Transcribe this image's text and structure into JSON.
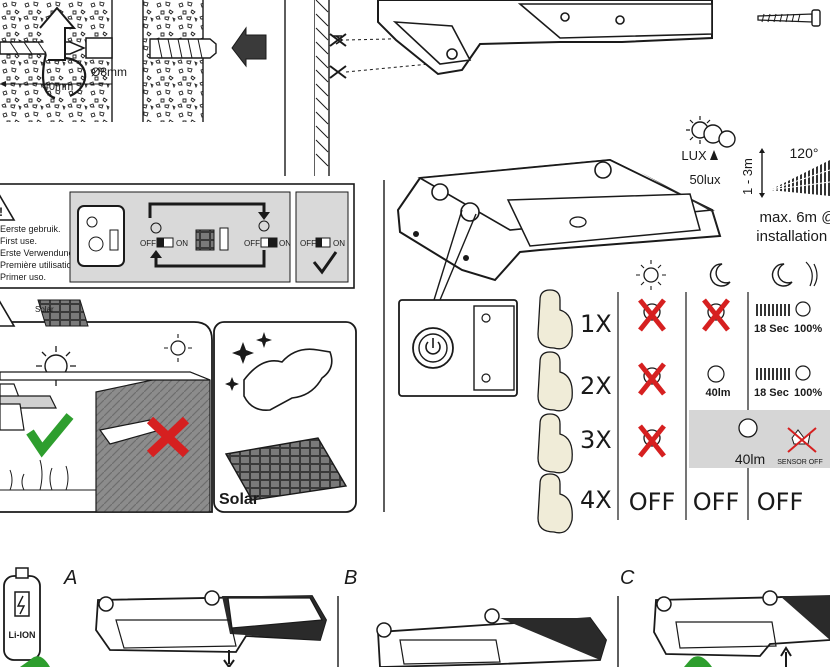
{
  "drill": {
    "diameter_label": "Ø8mm",
    "depth_label": "40mm"
  },
  "sensor_panel": {
    "lux_label": "LUX",
    "lux_value": "50lux",
    "angle_label": "120°",
    "height_label": "1 - 3m",
    "range_line1": "max. 6m @",
    "range_line2": "installation h"
  },
  "notice": {
    "lines": [
      "Eerste gebruik.",
      "First use.",
      "Erste Verwendung.",
      "Première utilisation.",
      "Primer uso."
    ],
    "off_label": "OFF",
    "on_label": "ON"
  },
  "placement": {
    "solar_small_label": "Solar",
    "solar_label": "Solar"
  },
  "modes": {
    "presses": [
      "1X",
      "2X",
      "3X",
      "4X"
    ],
    "row1": {
      "pir_time": "18 Sec",
      "pir_pct": "100%"
    },
    "row2": {
      "dim": "40lm",
      "pir_time": "18 Sec",
      "pir_pct": "100%"
    },
    "row3": {
      "dim": "40lm",
      "sensor_off": "SENSOR OFF"
    },
    "row4": {
      "off": "OFF"
    }
  },
  "battery": {
    "label": "Li-ION"
  },
  "steps": [
    "A",
    "B",
    "C"
  ]
}
